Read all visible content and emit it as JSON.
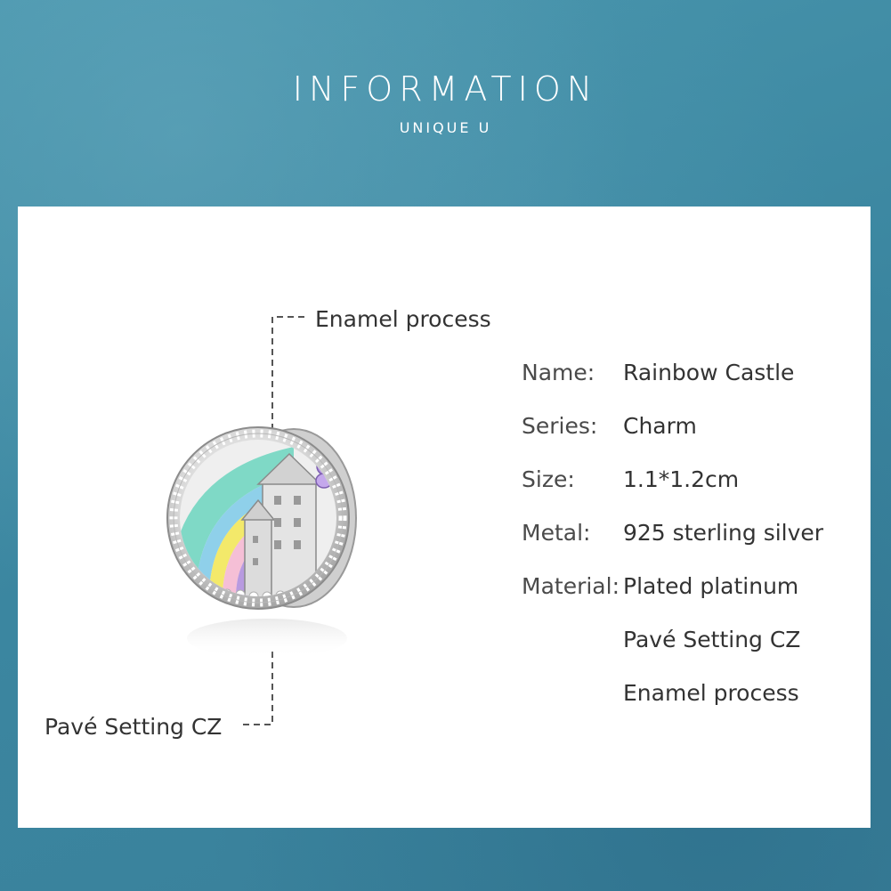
{
  "header": {
    "title": "INFORMATION",
    "subtitle": "UNIQUE U"
  },
  "callouts": {
    "top": "Enamel process",
    "bottom": "Pavé Setting CZ"
  },
  "specs": [
    {
      "label": "Name:",
      "value": "Rainbow Castle"
    },
    {
      "label": "Series:",
      "value": "Charm"
    },
    {
      "label": "Size:",
      "value": "1.1*1.2cm"
    },
    {
      "label": "Metal:",
      "value": "925 sterling silver"
    },
    {
      "label": "Material:",
      "value": "Plated platinum"
    },
    {
      "label": "",
      "value": "Pavé Setting CZ"
    },
    {
      "label": "",
      "value": "Enamel process"
    }
  ],
  "colors": {
    "background": "#3f8ca5",
    "panel": "#ffffff",
    "rainbow": [
      "#7fd9c6",
      "#8fd0ea",
      "#f3e96a",
      "#f5bfd6",
      "#b89ae0"
    ],
    "butterfly": "#b08ee0"
  },
  "icons": [
    "rainbow-castle-charm-image"
  ]
}
